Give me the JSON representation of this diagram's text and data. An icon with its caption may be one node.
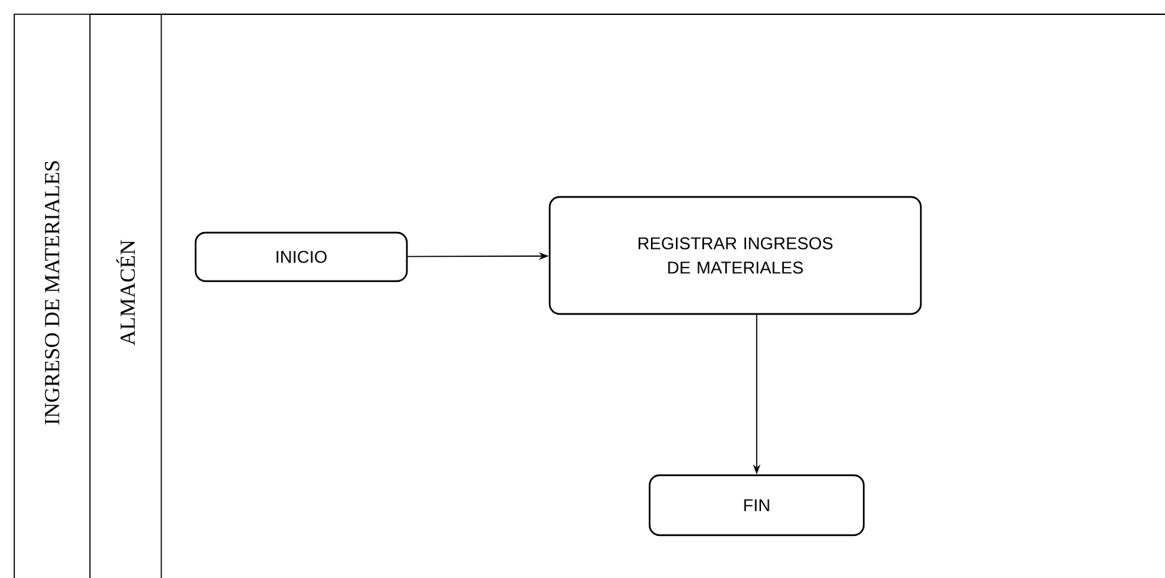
{
  "diagram": {
    "nodes": [
      {
        "text": [
          "INGRESO DE MATERIALES"
        ]
      },
      {
        "text": [
          "ALMACÉN"
        ],
        "in": 0
      },
      {
        "text": [
          "INICIO"
        ],
        "in": 1
      },
      {
        "text": [
          "REGISTRAR INGRESOS DE MATERIALES"
        ],
        "in": 1
      },
      {
        "text": [
          "FIN"
        ],
        "in": 1
      }
    ],
    "edges": [
      {
        "from": 2,
        "to": 3,
        "arrow": "to"
      },
      {
        "from": 3,
        "to": 4,
        "arrow": "to"
      }
    ]
  }
}
